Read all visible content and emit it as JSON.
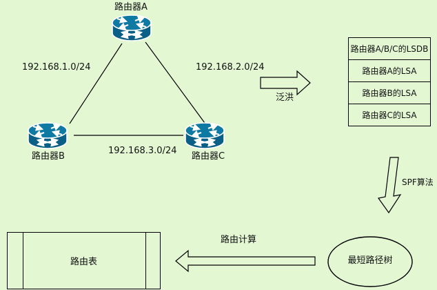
{
  "diagram": {
    "routers": [
      {
        "id": "A",
        "label": "路由器A"
      },
      {
        "id": "B",
        "label": "路由器B"
      },
      {
        "id": "C",
        "label": "路由器C"
      }
    ],
    "links": [
      {
        "between": "A-B",
        "label": "192.168.1.0/24"
      },
      {
        "between": "A-C",
        "label": "192.168.2.0/24"
      },
      {
        "between": "B-C",
        "label": "192.168.3.0/24"
      }
    ],
    "lsdb": {
      "rows": [
        "路由器A/B/C的LSDB",
        "路由器A的LSA",
        "路由器B的LSA",
        "路由器C的LSA"
      ]
    },
    "flooding_arrow": {
      "label": "泛洪",
      "direction": "right"
    },
    "spf_arrow": {
      "label": "SPF算法",
      "direction": "down"
    },
    "spt_ellipse": {
      "label": "最短路径树"
    },
    "route_calc_arrow": {
      "label": "路由计算",
      "direction": "left"
    },
    "routing_table": {
      "label": "路由表"
    },
    "colors": {
      "background": "#e3f7d3",
      "router-top": "#0e79a3",
      "router-body": "#0a5f86",
      "stroke": "#000000",
      "arrow-white": "#ffffff"
    }
  }
}
